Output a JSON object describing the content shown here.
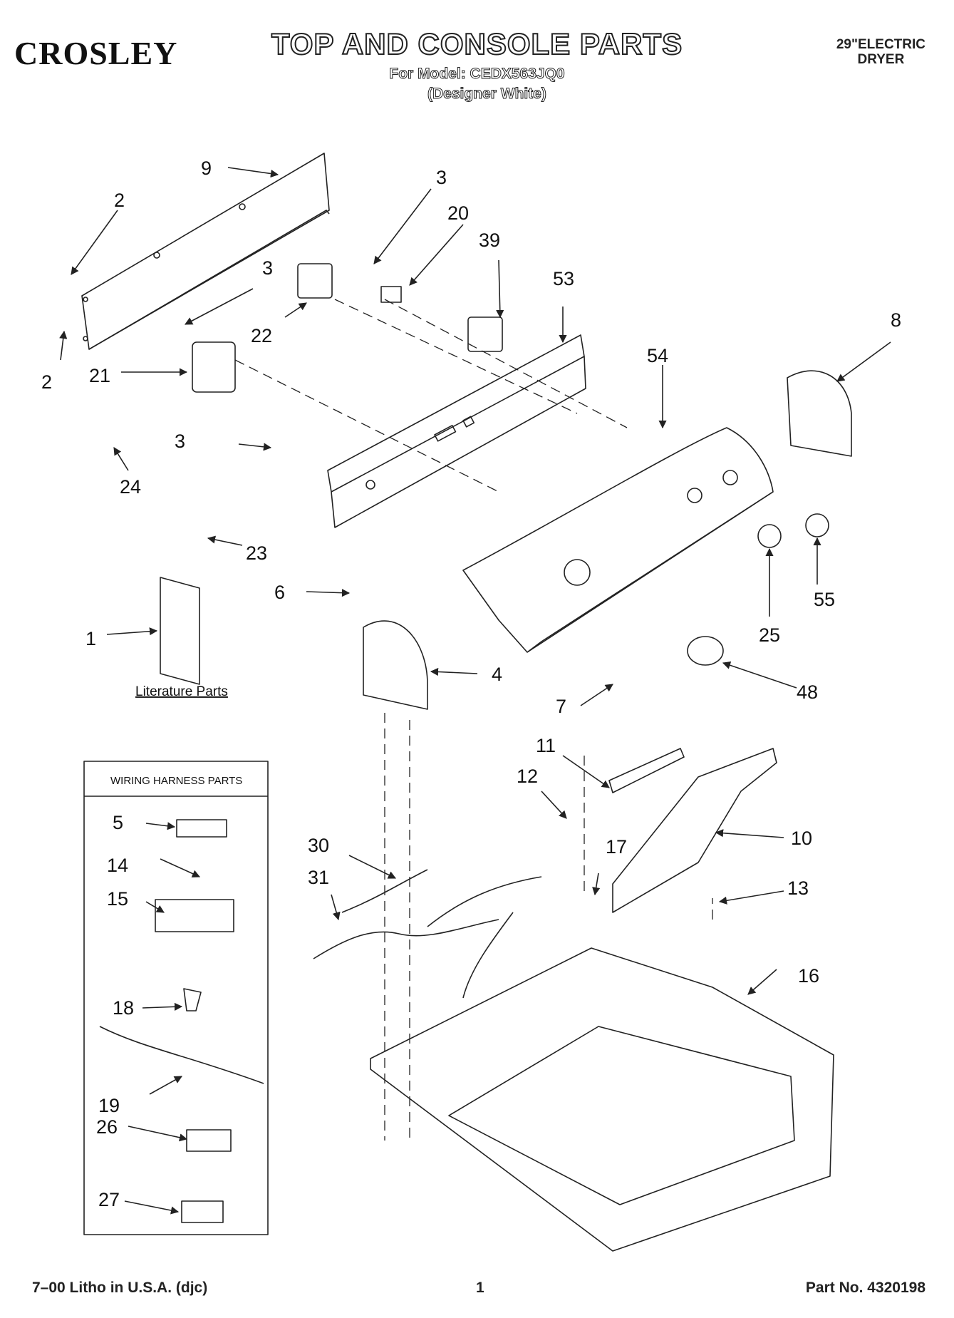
{
  "header": {
    "brand": "CROSLEY",
    "title": "TOP AND CONSOLE PARTS",
    "model_line": "For Model: CEDX563JQ0",
    "variant": "(Designer White)",
    "product_line1": "29\"ELECTRIC",
    "product_line2": "DRYER"
  },
  "callouts": [
    "9",
    "2",
    "2",
    "3",
    "3",
    "3",
    "20",
    "39",
    "53",
    "22",
    "21",
    "24",
    "23",
    "54",
    "8",
    "6",
    "1",
    "4",
    "7",
    "48",
    "25",
    "55",
    "11",
    "12",
    "10",
    "17",
    "13",
    "30",
    "31",
    "16",
    "5",
    "14",
    "15",
    "18",
    "19",
    "26",
    "27"
  ],
  "labels": {
    "literature": "Literature Parts",
    "wiring_box_title": "WIRING HARNESS PARTS"
  },
  "footer": {
    "left": "7–00 Litho in U.S.A. (djc)",
    "center": "1",
    "right": "Part No. 4320198"
  },
  "colors": {
    "ink": "#222222",
    "paper": "#ffffff"
  }
}
